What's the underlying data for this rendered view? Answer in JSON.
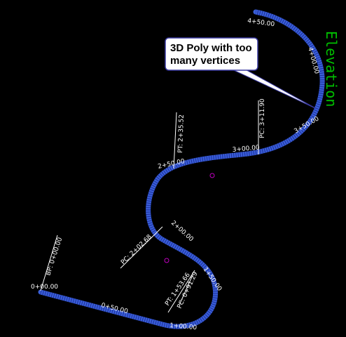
{
  "callout": {
    "text": "3D Poly with too many vertices"
  },
  "elevation_label": "Elevation",
  "colors": {
    "background": "#000000",
    "alignment": "#3a5fd8",
    "alignment_dark": "#1c2f9a",
    "labels": "#ffffff",
    "elevation_text": "#00c000",
    "points": "#c000c0",
    "callout_fill": "#ffffff",
    "callout_border": "#3a3aa0"
  },
  "stations": {
    "s0": "0+00.00",
    "s050": "0+50.00",
    "s100": "1+00.00",
    "s150": "1+50.00",
    "s200": "2+00.00",
    "s250": "2+50.00",
    "s300": "3+00.00",
    "s350": "3+50.00",
    "s400": "4+00.00",
    "s450": "4+50.00"
  },
  "annotations": {
    "bp": "BP: 0+00.00",
    "pc1": "PC: 0+91.29",
    "pt1": "PT: 1+53.66",
    "pc2": "PC: 2+02.68",
    "pt2": "PT: 2+35.52",
    "pc3": "PC: 3+11.90"
  }
}
